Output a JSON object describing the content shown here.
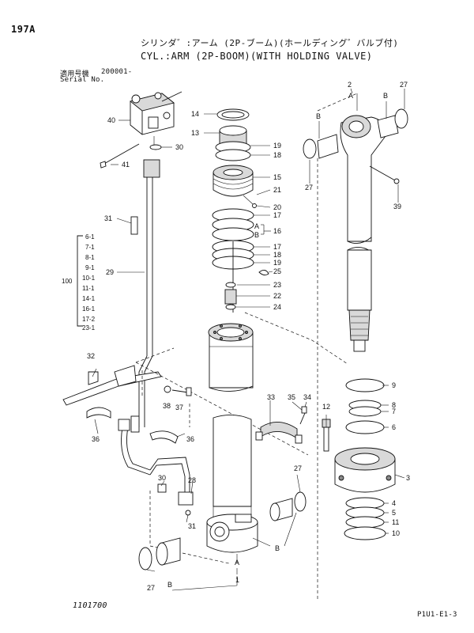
{
  "header": {
    "page_no": "197A",
    "title_jp": "シリンダ゛:アーム (2P-ブーム)(ホールディング゛バルブ付)",
    "title_en": "CYL.:ARM (2P-BOOM)(WITH HOLDING VALVE)",
    "serial_label_jp": "適用号機",
    "serial_value": "200001-",
    "serial_label_en": "Serial No."
  },
  "footer": {
    "drawing_no": "1101700",
    "sheet_code": "P1U1-E1-3"
  },
  "kit_group": {
    "label": "100",
    "items": [
      "6-1",
      "7-1",
      "8-1",
      "9-1",
      "10-1",
      "11-1",
      "14-1",
      "16-1",
      "17-2",
      "23-1"
    ]
  },
  "callouts": {
    "p1": "1",
    "p2": "2",
    "p3": "3",
    "p4": "4",
    "p5": "5",
    "p6": "6",
    "p7": "7",
    "p8": "8",
    "p9": "9",
    "p10": "10",
    "p11": "11",
    "p12": "12",
    "p13": "13",
    "p14": "14",
    "p15": "15",
    "p16": "16",
    "p17a": "17",
    "p17b": "17",
    "p18a": "18",
    "p18b": "18",
    "p19a": "19",
    "p19b": "19",
    "p20": "20",
    "p21": "21",
    "p22": "22",
    "p23": "23",
    "p24": "24",
    "p25": "25",
    "p27a": "27",
    "p27b": "27",
    "p27c": "27",
    "p27d": "27",
    "p28": "28",
    "p29": "29",
    "p30a": "30",
    "p30b": "30",
    "p31a": "31",
    "p31b": "31",
    "p32": "32",
    "p33": "33",
    "p34": "34",
    "p35": "35",
    "p36a": "36",
    "p36b": "36",
    "p37": "37",
    "p38": "38",
    "p39": "39",
    "p40": "40",
    "p41": "41"
  },
  "letters": {
    "A_rod": "A",
    "B_rod_left": "B",
    "B_rod_right": "B",
    "A_piston": "A",
    "B_piston": "B",
    "A_bottom": "A",
    "B_bottom_left": "B",
    "B_bottom_right": "B"
  }
}
